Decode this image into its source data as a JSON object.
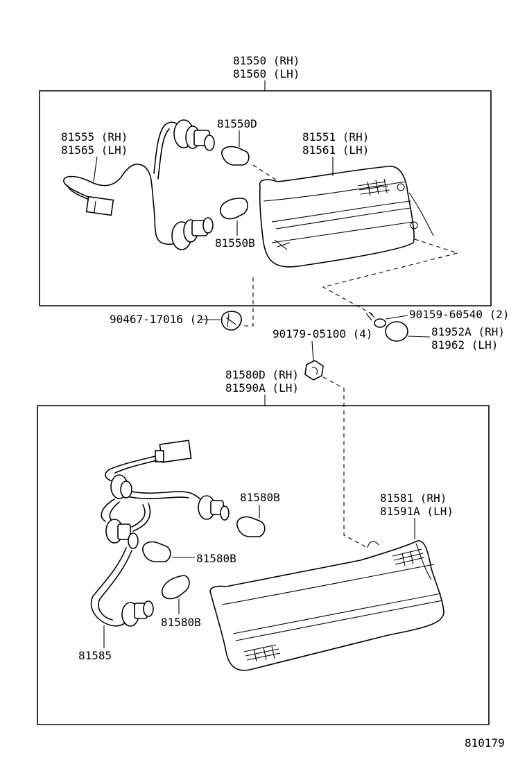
{
  "diagram_id": "810179",
  "upper_assembly": {
    "label_rh": "81550 (RH)",
    "label_lh": "81560 (LH)",
    "socket_wire": {
      "rh": "81555 (RH)",
      "lh": "81565 (LH)"
    },
    "bulb_top": "81550D",
    "bulb_bottom": "81550B",
    "lens": {
      "rh": "81551 (RH)",
      "lh": "81561 (LH)"
    }
  },
  "clip": "90467-17016 (2)",
  "screw": "90159-60540 (2)",
  "cover": {
    "rh": "81952A (RH)",
    "lh": "81962   (LH)"
  },
  "nut": "90179-05100 (4)",
  "lower_assembly": {
    "label_rh": "81580D (RH)",
    "label_lh": "81590A (LH)",
    "bulb_1": "81580B",
    "bulb_2": "81580B",
    "bulb_3": "81580B",
    "lens": {
      "rh": "81581  (RH)",
      "lh": "81591A (LH)"
    },
    "socket_wire": "81585"
  }
}
